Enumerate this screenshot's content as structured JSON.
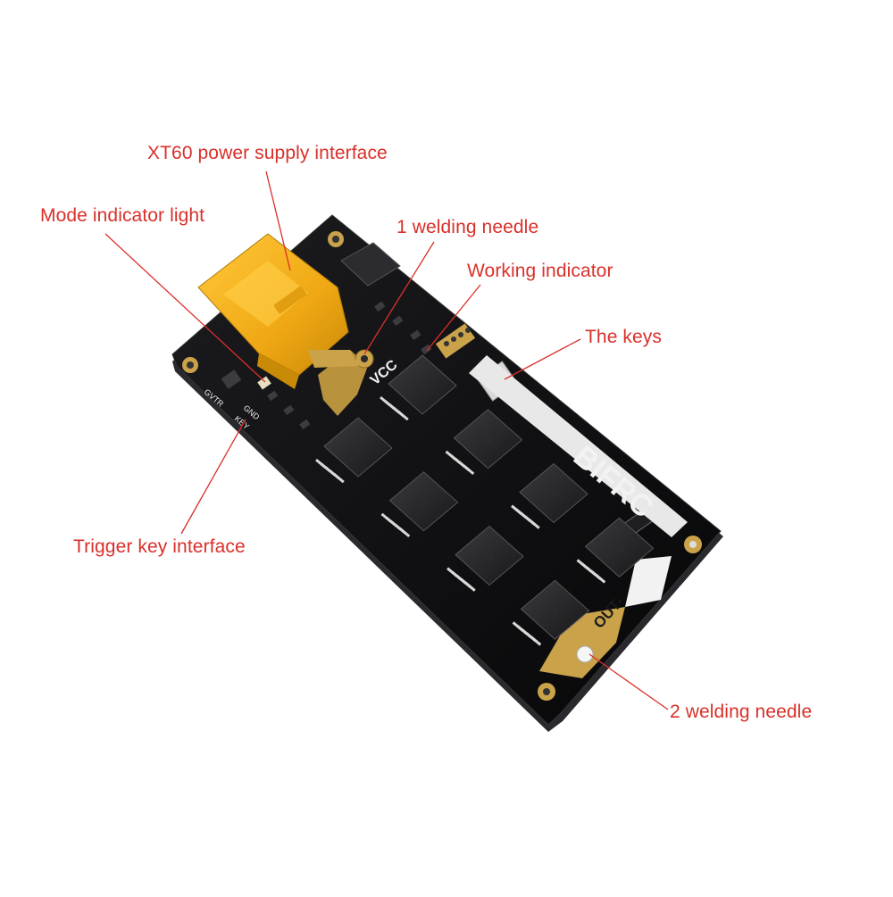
{
  "callouts": {
    "xt60": "XT60 power supply interface",
    "mode_light": "Mode indicator light",
    "needle1": "1 welding needle",
    "working": "Working indicator",
    "keys": "The keys",
    "trigger": "Trigger key interface",
    "needle2": "2 welding needle"
  },
  "board": {
    "brand": "BIFRC",
    "vcc": "VCC",
    "out": "OUT-",
    "gnd": "GND",
    "key": "KEY",
    "gvtr": "GVTR",
    "pcb_color": "#0c0c0e",
    "connector_color": "#f2b21b",
    "pad_color": "#c9a24a"
  },
  "colors": {
    "callout": "#d9302a",
    "leader": "#d9302a"
  }
}
